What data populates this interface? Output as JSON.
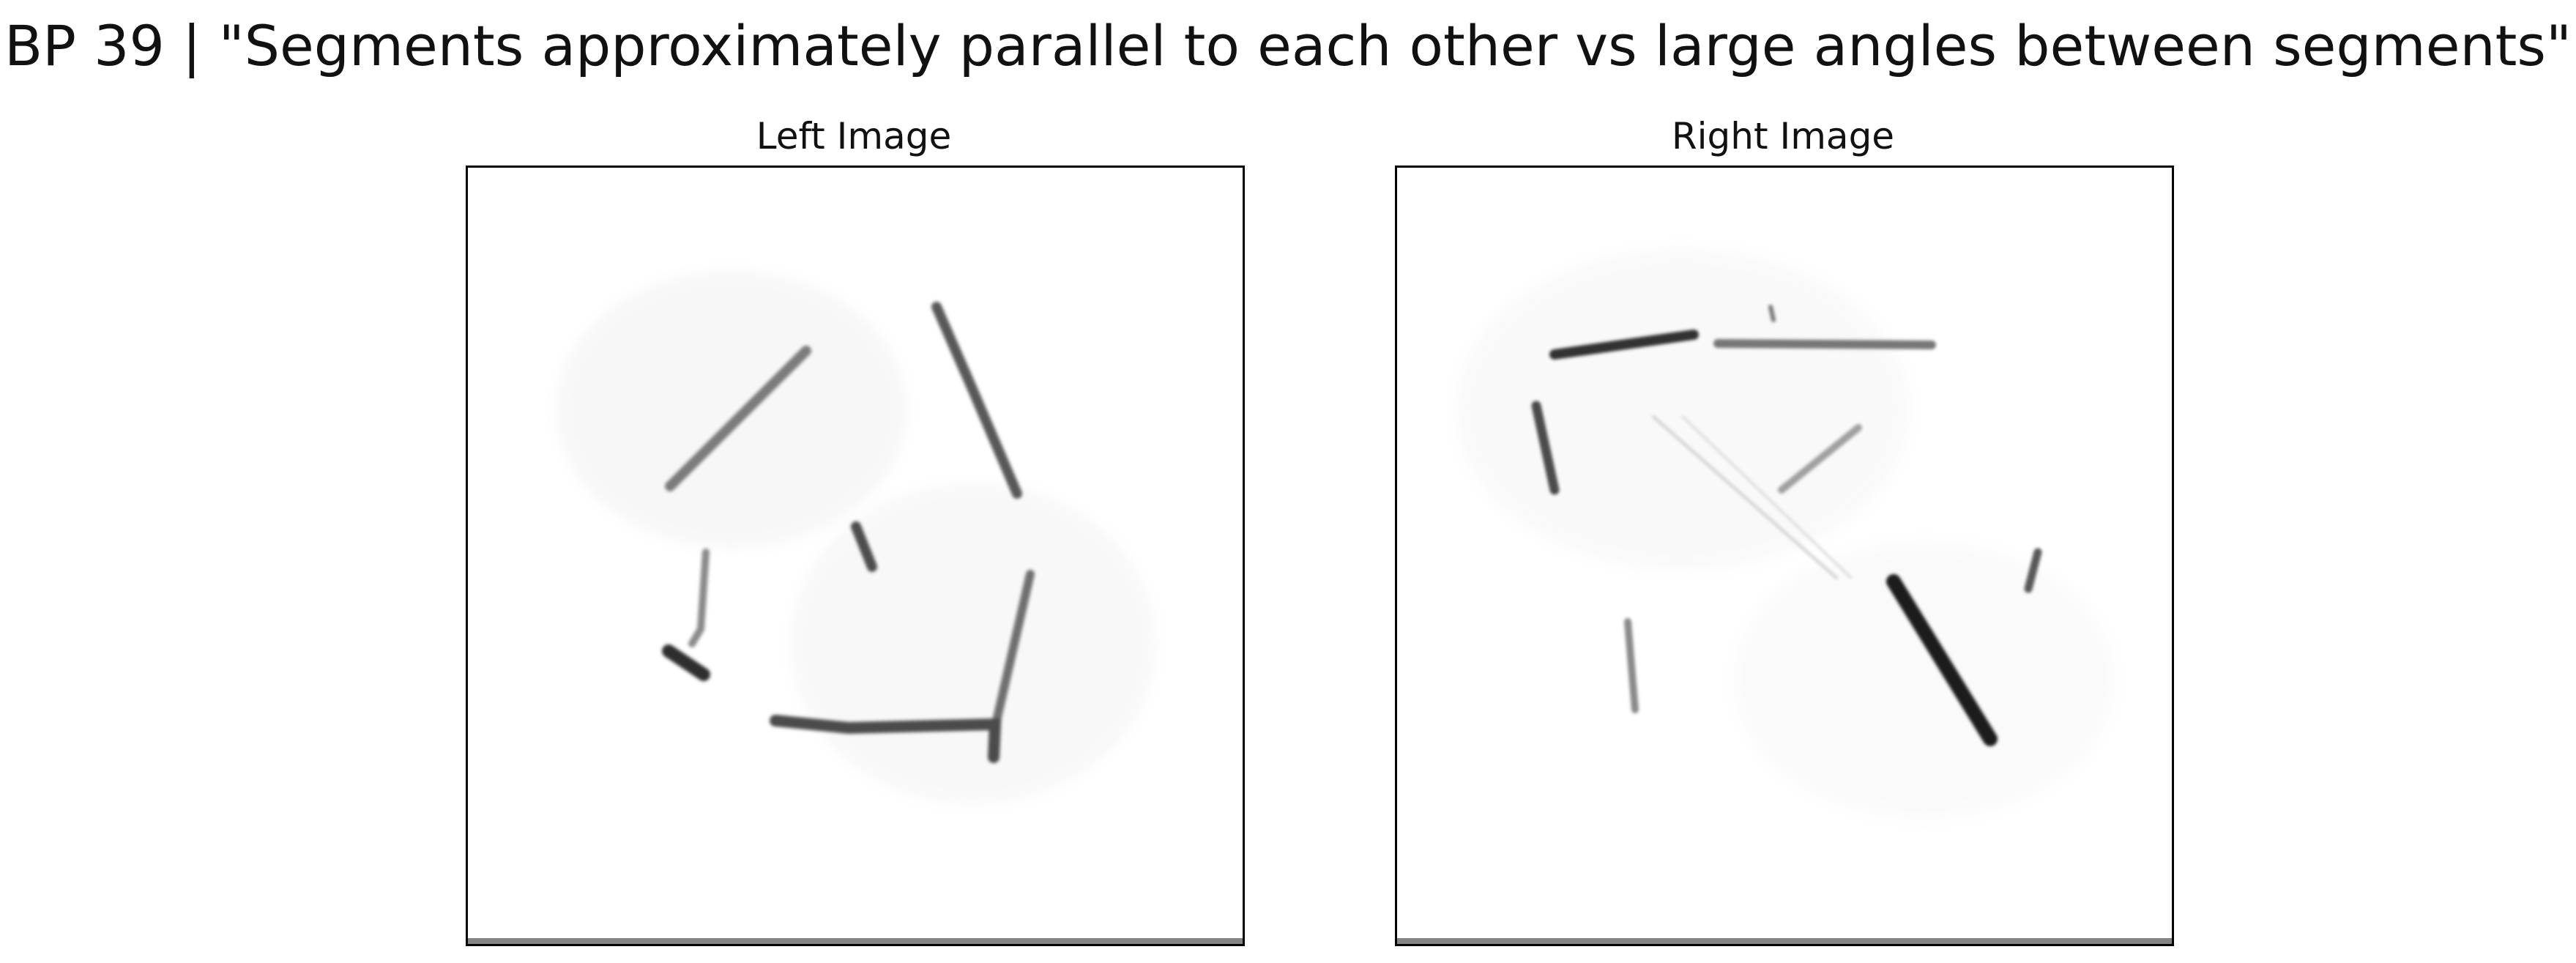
{
  "figure": {
    "title": "BP 39 | \"Segments approximately parallel to each other vs large angles between segments\""
  },
  "panels": [
    {
      "title": "Left Image"
    },
    {
      "title": "Right Image"
    }
  ]
}
